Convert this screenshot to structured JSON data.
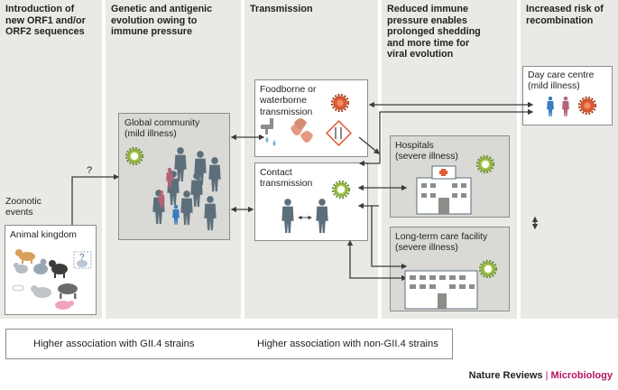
{
  "columns": [
    {
      "id": "intro",
      "title": "Introduction of\nnew ORF1 and/or\nORF2 sequences"
    },
    {
      "id": "evolution",
      "title": "Genetic and antigenic\nevolution owing to\nimmune pressure"
    },
    {
      "id": "transmission",
      "title": "Transmission"
    },
    {
      "id": "reduced",
      "title": "Reduced immune\npressure enables\nprolonged shedding\nand more time for\nviral evolution"
    },
    {
      "id": "recombination",
      "title": "Increased risk of\nrecombination"
    }
  ],
  "zoonotic_label": "Zoonotic\nevents",
  "animal_kingdom_label": "Animal kingdom",
  "question_mark": "?",
  "animal_question_mark": "?",
  "global_community_label": "Global community\n(mild illness)",
  "foodborne_label": "Foodborne or\nwaterborne\ntransmission",
  "contact_label": "Contact\ntransmission",
  "hospitals_label": "Hospitals\n(severe illness)",
  "longterm_label": "Long-term care facility\n(severe illness)",
  "daycare_label": "Day care centre\n(mild illness)",
  "legend": {
    "gii4": "Higher association with GII.4 strains",
    "non_gii4": "Higher association with non-GII.4 strains"
  },
  "footer": {
    "journal": "Nature Reviews",
    "separator": "|",
    "section": "Microbiology"
  },
  "colors": {
    "panel": "#e6e6e3",
    "box": "#d9d9d6",
    "person": "#5d6e7b",
    "green_virus": "#9bc341",
    "red_virus": "#e05a33",
    "pink_child": "#b56275",
    "blue_child": "#3a7cc0",
    "arrow": "#3b3b3b"
  }
}
